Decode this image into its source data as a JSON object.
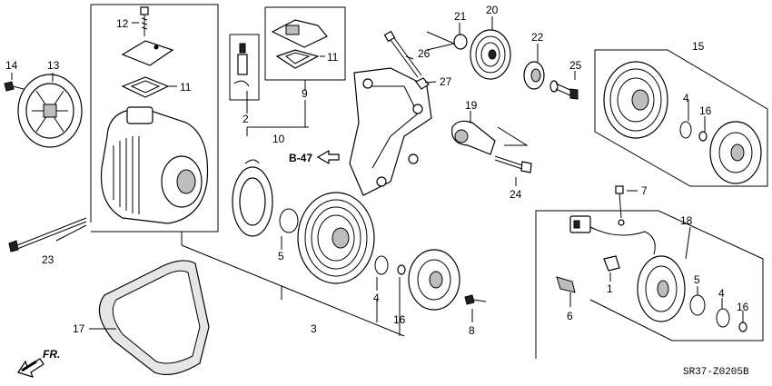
{
  "diagram": {
    "callouts": {
      "n1": "1",
      "n2": "2",
      "n3": "3",
      "n4a": "4",
      "n4b": "4",
      "n4c": "4",
      "n5a": "5",
      "n5b": "5",
      "n6": "6",
      "n7": "7",
      "n8": "8",
      "n9": "9",
      "n10": "10",
      "n11a": "11",
      "n11b": "11",
      "n12": "12",
      "n13": "13",
      "n14": "14",
      "n15": "15",
      "n16a": "16",
      "n16b": "16",
      "n16c": "16",
      "n17": "17",
      "n18": "18",
      "n19": "19",
      "n20": "20",
      "n21": "21",
      "n22": "22",
      "n23": "23",
      "n24": "24",
      "n25": "25",
      "n26": "26",
      "n27": "27"
    },
    "ref_label": "B-47",
    "front_label": "FR.",
    "diagram_code": "SR37-Z0205B"
  }
}
